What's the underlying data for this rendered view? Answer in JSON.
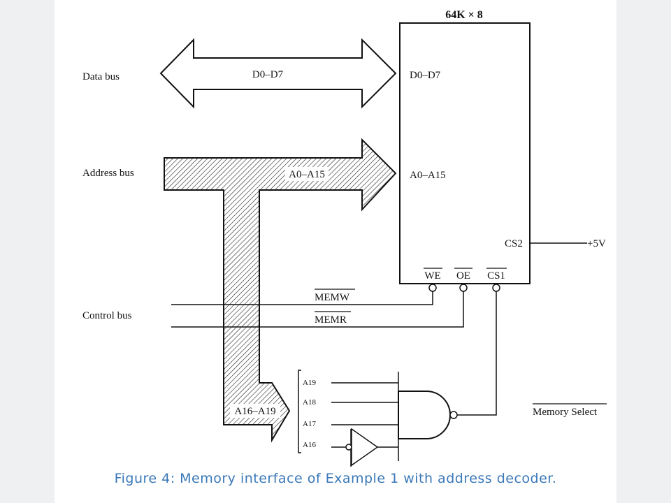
{
  "diagram": {
    "memory_chip_label": "64K × 8",
    "bus_labels": {
      "data_bus": "Data bus",
      "address_bus": "Address bus",
      "control_bus": "Control bus"
    },
    "arrow_labels": {
      "data": "D0–D7",
      "address_low": "A0–A15",
      "address_high": "A16–A19"
    },
    "chip_pins": {
      "data": "D0–D7",
      "address": "A0–A15",
      "cs2": "CS2",
      "we": "WE",
      "oe": "OE",
      "cs1": "CS1"
    },
    "supply": "+5V",
    "control_signals": {
      "memw": "MEMW",
      "memr": "MEMR"
    },
    "decoder_inputs": [
      "A19",
      "A18",
      "A17",
      "A16"
    ],
    "decoder_output": "Memory Select"
  },
  "caption": "Figure 4: Memory interface of Example 1 with address decoder."
}
